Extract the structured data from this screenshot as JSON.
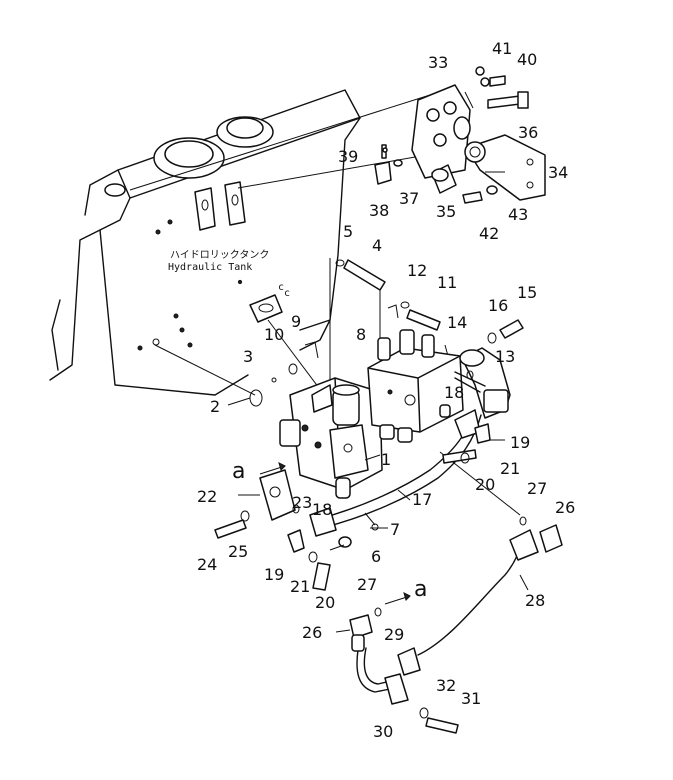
{
  "tank_label": {
    "japanese": "ハイドロリックタンク",
    "english": "Hydraulic Tank"
  },
  "callouts": [
    "1",
    "2",
    "3",
    "4",
    "5",
    "6",
    "7",
    "8",
    "9",
    "10",
    "11",
    "12",
    "13",
    "14",
    "15",
    "16",
    "17",
    "18",
    "18",
    "19",
    "19",
    "20",
    "20",
    "21",
    "21",
    "22",
    "23",
    "24",
    "25",
    "26",
    "26",
    "27",
    "27",
    "28",
    "29",
    "30",
    "31",
    "32",
    "33",
    "34",
    "35",
    "36",
    "37",
    "38",
    "39",
    "40",
    "41",
    "42",
    "43"
  ],
  "connection_markers": [
    "a",
    "a"
  ]
}
